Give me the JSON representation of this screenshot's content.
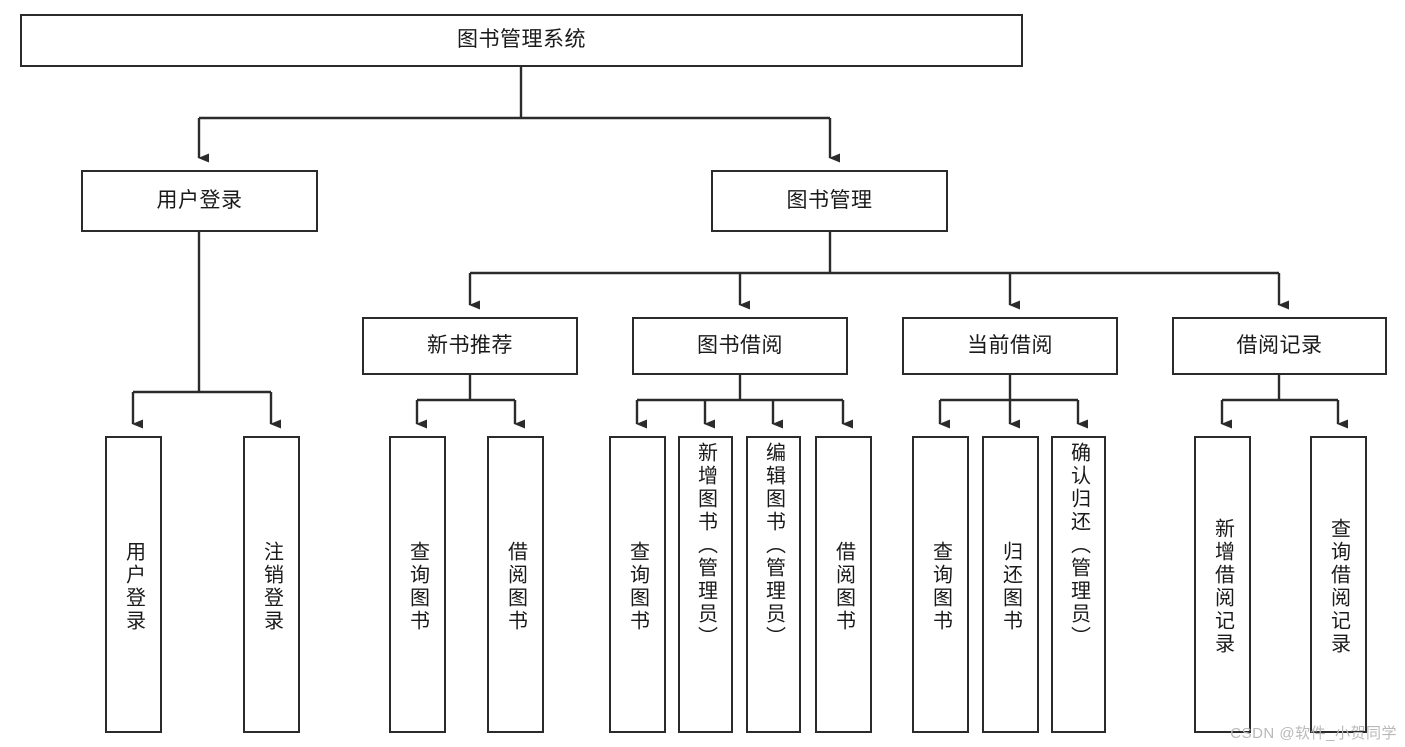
{
  "diagram": {
    "title": "图书管理系统",
    "watermark": "CSDN @软件_小贺同学",
    "colors": {
      "box_border": "#2b2b2b",
      "box_fill": "#ffffff",
      "connector": "#2b2b2b",
      "text": "#1a1a1a",
      "watermark": "#b9b9b9",
      "background": "#ffffff"
    },
    "levels": {
      "root": {
        "label": "图书管理系统"
      },
      "level2": [
        {
          "label": "用户登录"
        },
        {
          "label": "图书管理"
        }
      ],
      "level3": [
        {
          "label": "新书推荐"
        },
        {
          "label": "图书借阅"
        },
        {
          "label": "当前借阅"
        },
        {
          "label": "借阅记录"
        }
      ],
      "leaves": [
        {
          "label": "用户登录",
          "parent": "用户登录"
        },
        {
          "label": "注销登录",
          "parent": "用户登录"
        },
        {
          "label": "查询图书",
          "parent": "新书推荐"
        },
        {
          "label": "借阅图书",
          "parent": "新书推荐"
        },
        {
          "label": "查询图书",
          "parent": "图书借阅"
        },
        {
          "label": "新增图书（管理员）",
          "parent": "图书借阅"
        },
        {
          "label": "编辑图书（管理员）",
          "parent": "图书借阅"
        },
        {
          "label": "借阅图书",
          "parent": "图书借阅"
        },
        {
          "label": "查询图书",
          "parent": "当前借阅"
        },
        {
          "label": "归还图书",
          "parent": "当前借阅"
        },
        {
          "label": "确认归还（管理员）",
          "parent": "当前借阅"
        },
        {
          "label": "新增借阅记录",
          "parent": "借阅记录"
        },
        {
          "label": "查询借阅记录",
          "parent": "借阅记录"
        }
      ]
    }
  }
}
